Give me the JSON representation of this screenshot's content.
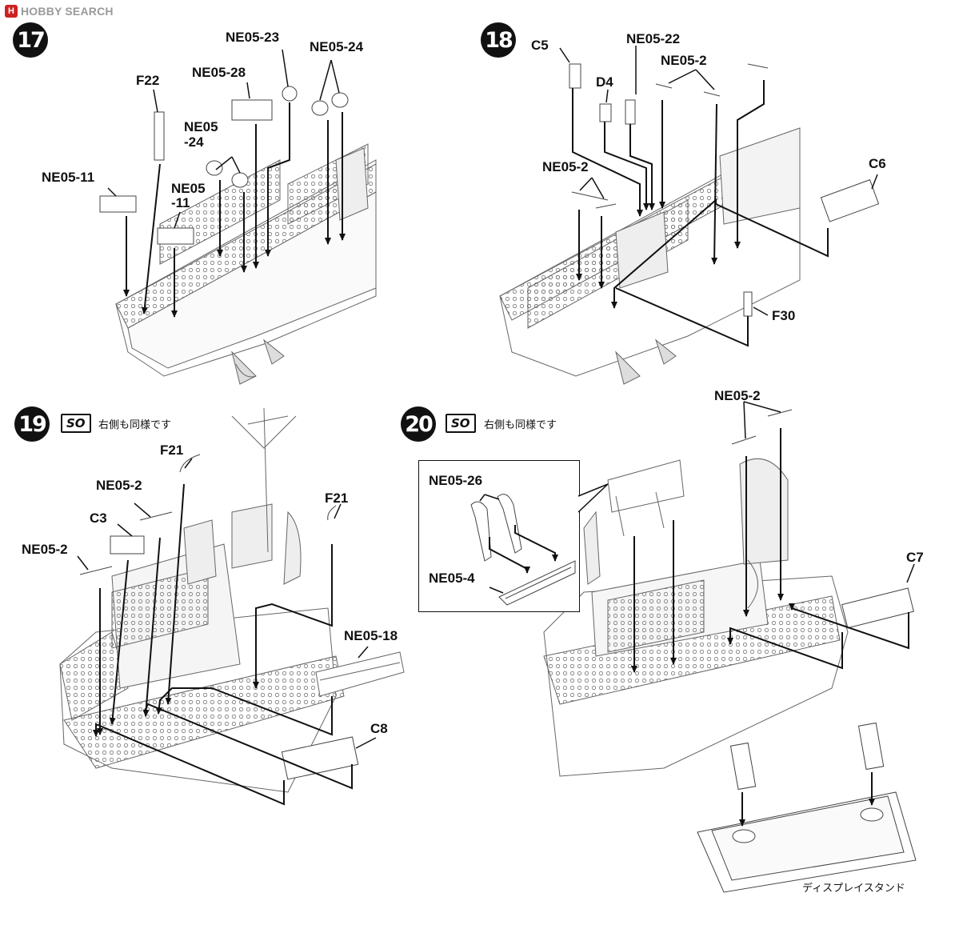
{
  "watermark": {
    "logo": "H",
    "text": "HOBBY SEARCH"
  },
  "steps": [
    {
      "number": "17",
      "labels": [
        "NE05-23",
        "NE05-24",
        "NE05-28",
        "F22",
        "NE05",
        "-24",
        "NE05-11",
        "NE05",
        "-11"
      ]
    },
    {
      "number": "18",
      "labels": [
        "C5",
        "NE05-22",
        "NE05-2",
        "D4",
        "NE05-2",
        "C6",
        "F30"
      ]
    },
    {
      "number": "19",
      "so_badge": "SO",
      "note": "右側も同様です",
      "labels": [
        "F21",
        "NE05-2",
        "C3",
        "F21",
        "NE05-2",
        "NE05-18",
        "C8"
      ]
    },
    {
      "number": "20",
      "so_badge": "SO",
      "note": "右側も同様です",
      "labels": [
        "NE05-2",
        "C7"
      ],
      "inset_labels": [
        "NE05-26",
        "NE05-4"
      ],
      "stand_label": "ディスプレイスタンド"
    }
  ]
}
